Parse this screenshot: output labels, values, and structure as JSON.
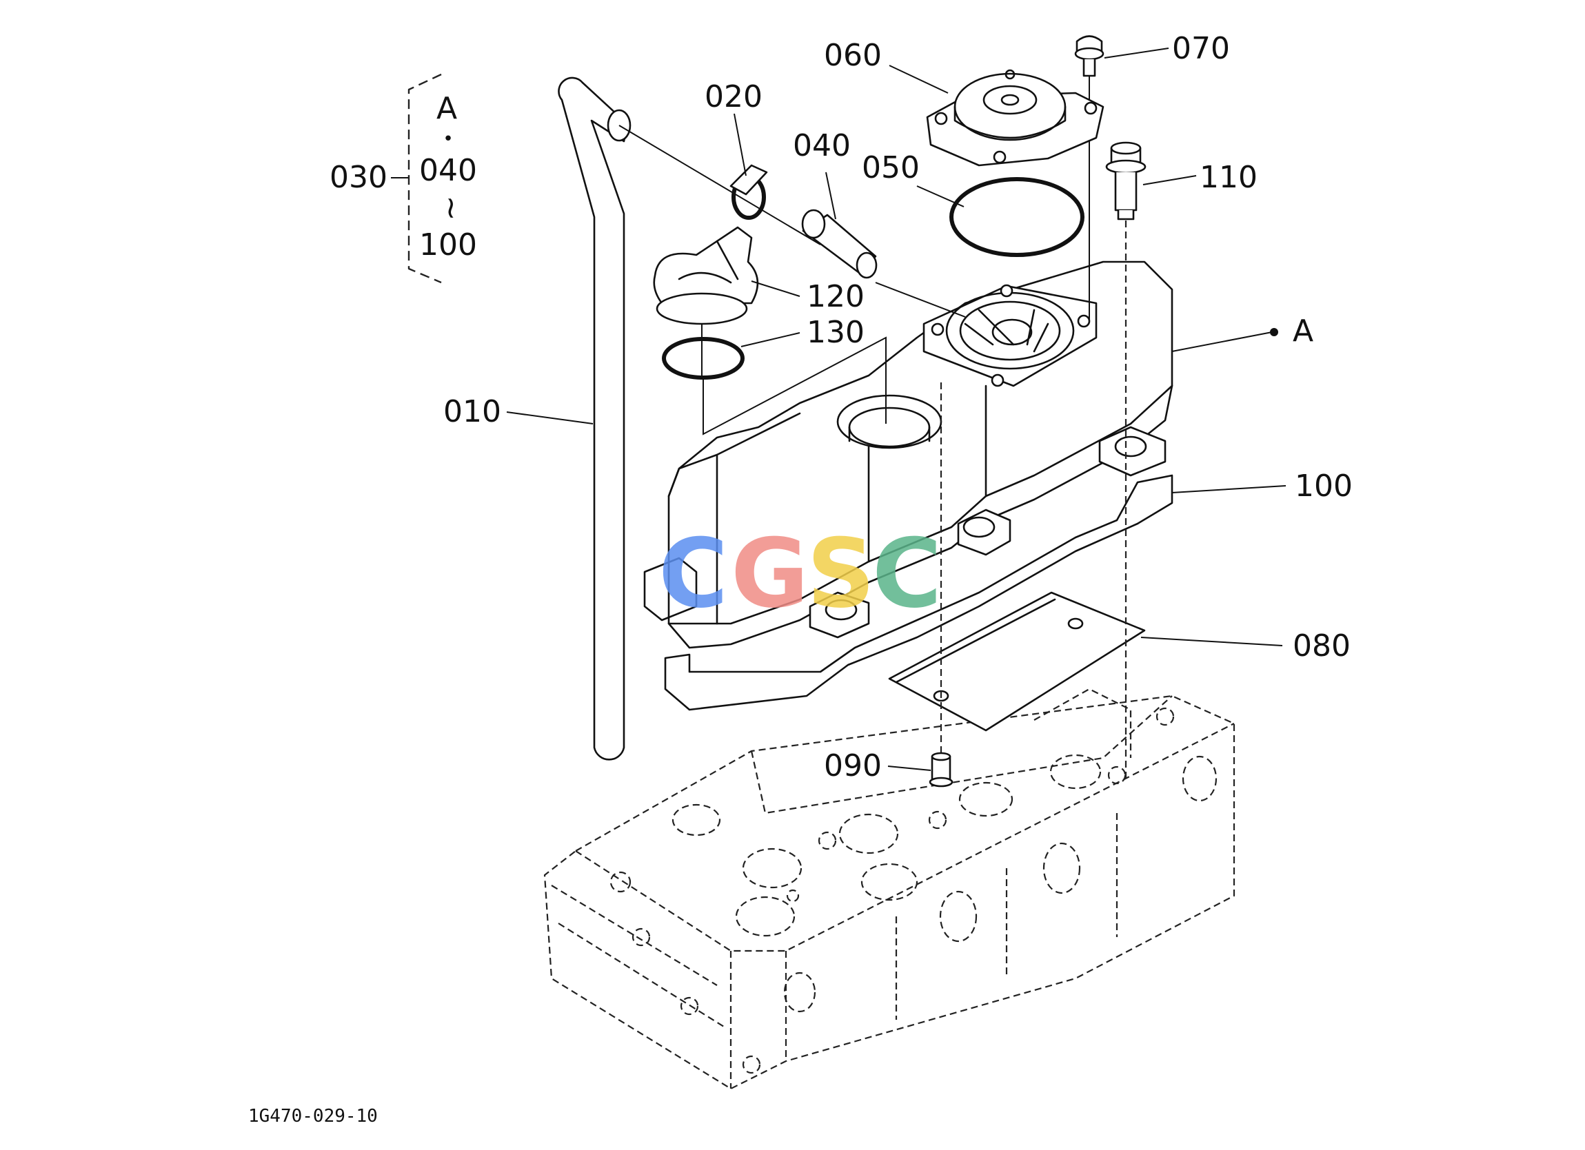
{
  "diagram": {
    "drawing_code": "1G470-029-10",
    "callouts": {
      "p010": "010",
      "p020": "020",
      "p030": "030",
      "p040": "040",
      "p050": "050",
      "p060": "060",
      "p070": "070",
      "p080": "080",
      "p090": "090",
      "p100": "100",
      "p110": "110",
      "p120": "120",
      "p130": "130",
      "ref_a": "A"
    },
    "assembly_bracket": {
      "top": "A",
      "dot": "•",
      "from": "040",
      "tilde": "~",
      "to": "100"
    }
  },
  "watermark": {
    "letters": [
      "C",
      "G",
      "S",
      "C"
    ],
    "colors": [
      "#5b8ff0",
      "#f08c86",
      "#f2cf4a",
      "#5ab48a"
    ]
  }
}
